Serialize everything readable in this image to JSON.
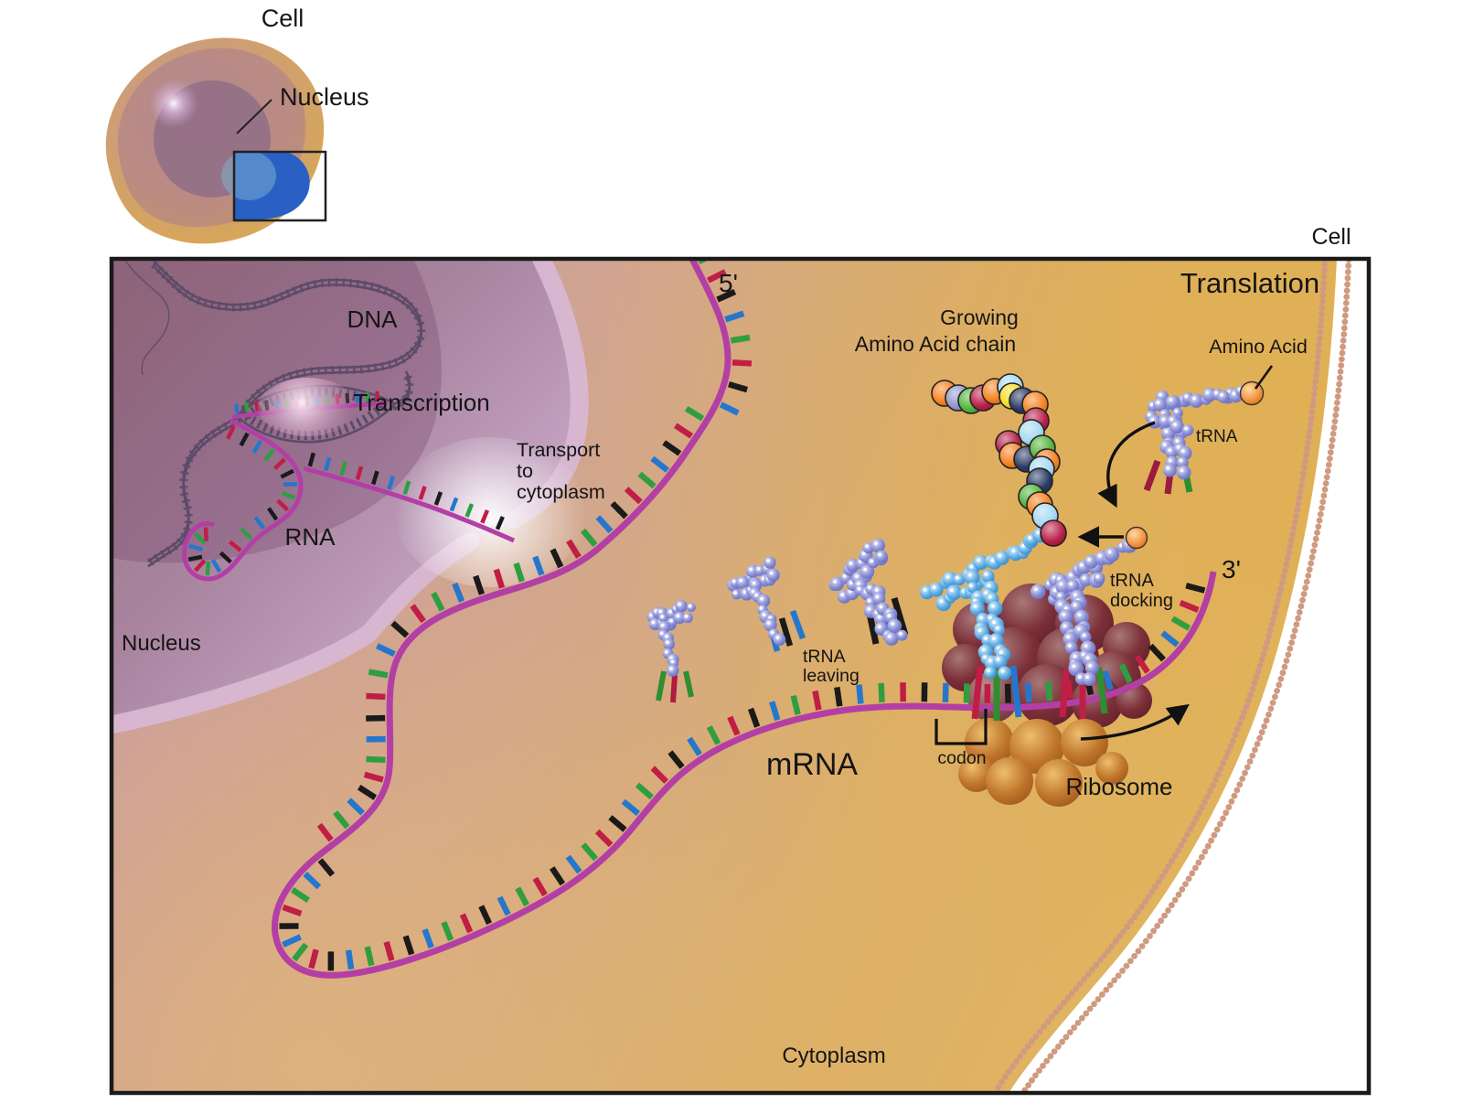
{
  "inset": {
    "cell_label": "Cell",
    "nucleus_label": "Nucleus"
  },
  "scene": {
    "cell_label": "Cell",
    "title": "Translation",
    "dna_label": "DNA",
    "transcription_label": "Transcription",
    "transport_line1": "Transport",
    "transport_line2": "to",
    "transport_line3": "cytoplasm",
    "rna_label": "RNA",
    "nucleus_label": "Nucleus",
    "cytoplasm_label": "Cytoplasm",
    "mrna_label": "mRNA",
    "five_prime_label": "5'",
    "three_prime_label": "3'",
    "codon_label": "codon",
    "ribosome_label": "Ribosome",
    "growing_chain_line1": "Growing",
    "growing_chain_line2": "Amino Acid chain",
    "amino_acid_label": "Amino Acid",
    "trna_label": "tRNA",
    "trna_docking_line1": "tRNA",
    "trna_docking_line2": "docking",
    "trna_leaving_line1": "tRNA",
    "trna_leaving_line2": "leaving"
  },
  "colors": {
    "mrna_backbone": "#b33fa5",
    "base_ticks": [
      "#2f9e41",
      "#c01e45",
      "#1a1a1a",
      "#2477cc"
    ],
    "dna_strand": "#5c4b69",
    "trna_purple": "#7b80cf",
    "trna_blue": "#55aae2",
    "amino_acid_orange": "#f5913a",
    "ribosome_large": "#7a2a33",
    "ribosome_small": "#b4671f",
    "membrane_outer": "#cf9a80",
    "membrane_inner": "#a9cbe7",
    "amino_acid_chain": [
      "#f58220",
      "#9398cc",
      "#54b43c",
      "#b81f48",
      "#f58220",
      "#a6d9f2",
      "#f5dc28",
      "#2a3a66",
      "#f58220",
      "#b81f48",
      "#a6d9f2",
      "#b81f48",
      "#f58220",
      "#2a3a66",
      "#54b43c",
      "#f58220",
      "#a6d9f2",
      "#2a3a66",
      "#54b43c",
      "#f58220",
      "#a6d9f2",
      "#b81f48"
    ],
    "anticodons": {
      "leaving_small": [
        "#2f8e2f",
        "#b01b40",
        "#2f8e2f"
      ],
      "leaving_medium": [
        "#2477cc",
        "#1a1a1a",
        "#2477cc"
      ],
      "leaving_large": [
        "#1a1a1a",
        "#2477cc",
        "#1a1a1a"
      ],
      "docked_blue": [
        "#c01e45",
        "#2f8e2f",
        "#2477cc"
      ],
      "docked_purple": [
        "#c01e45",
        "#c01e45",
        "#2f8e2f"
      ],
      "free_trna": [
        "#9b1b40",
        "#9b1b40",
        "#2f8e2f"
      ]
    }
  }
}
